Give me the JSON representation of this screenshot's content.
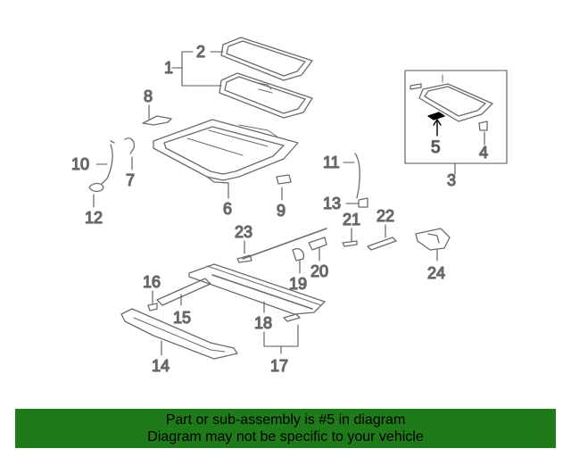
{
  "diagram": {
    "highlight_part": "5",
    "labels": {
      "p1": "1",
      "p2": "2",
      "p3": "3",
      "p4": "4",
      "p5": "5",
      "p6": "6",
      "p7": "7",
      "p8": "8",
      "p9": "9",
      "p10": "10",
      "p11": "11",
      "p12": "12",
      "p13": "13",
      "p14": "14",
      "p15": "15",
      "p16": "16",
      "p17": "17",
      "p18": "18",
      "p19": "19",
      "p20": "20",
      "p21": "21",
      "p22": "22",
      "p23": "23",
      "p24": "24"
    }
  },
  "banner": {
    "line1": "Part or sub-assembly is #5 in diagram",
    "line2": "Diagram may not be specific to your vehicle",
    "color": "#1f7a1a"
  }
}
